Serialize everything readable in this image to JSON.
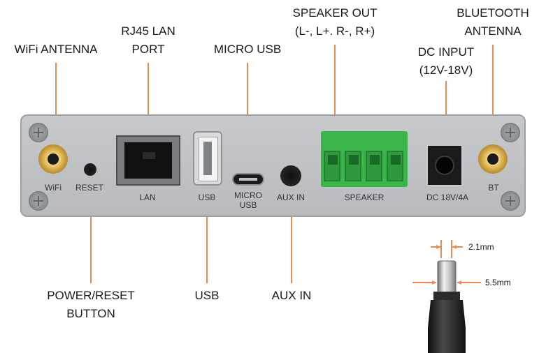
{
  "callouts": {
    "wifi_antenna": "WiFi  ANTENNA",
    "rj45_line1": "RJ45 LAN",
    "rj45_line2": "PORT",
    "micro_usb": "MICRO  USB",
    "speaker_out_line1": "SPEAKER  OUT",
    "speaker_out_line2": "(L-, L+. R-, R+)",
    "dc_input_line1": "DC INPUT",
    "dc_input_line2": "(12V-18V)",
    "bluetooth_line1": "BLUETOOTH",
    "bluetooth_line2": "ANTENNA",
    "power_reset_line1": "POWER/RESET",
    "power_reset_line2": "BUTTON",
    "usb": "USB",
    "aux_in": "AUX IN"
  },
  "panel_labels": {
    "wifi": "WiFi",
    "reset": "RESET",
    "lan": "LAN",
    "usb": "USB",
    "micro_usb_line1": "MICRO",
    "micro_usb_line2": "USB",
    "aux_in": "AUX IN",
    "speaker": "SPEAKER",
    "dc": "DC 18V/4A",
    "bt": "BT"
  },
  "plug_dimensions": {
    "pin": "2.1mm",
    "barrel": "5.5mm"
  },
  "colors": {
    "leader": "#ef8a4d",
    "panel": "#c0c2c5",
    "terminal_block": "#39b54a",
    "antenna_brass": "#d8ad4a"
  }
}
